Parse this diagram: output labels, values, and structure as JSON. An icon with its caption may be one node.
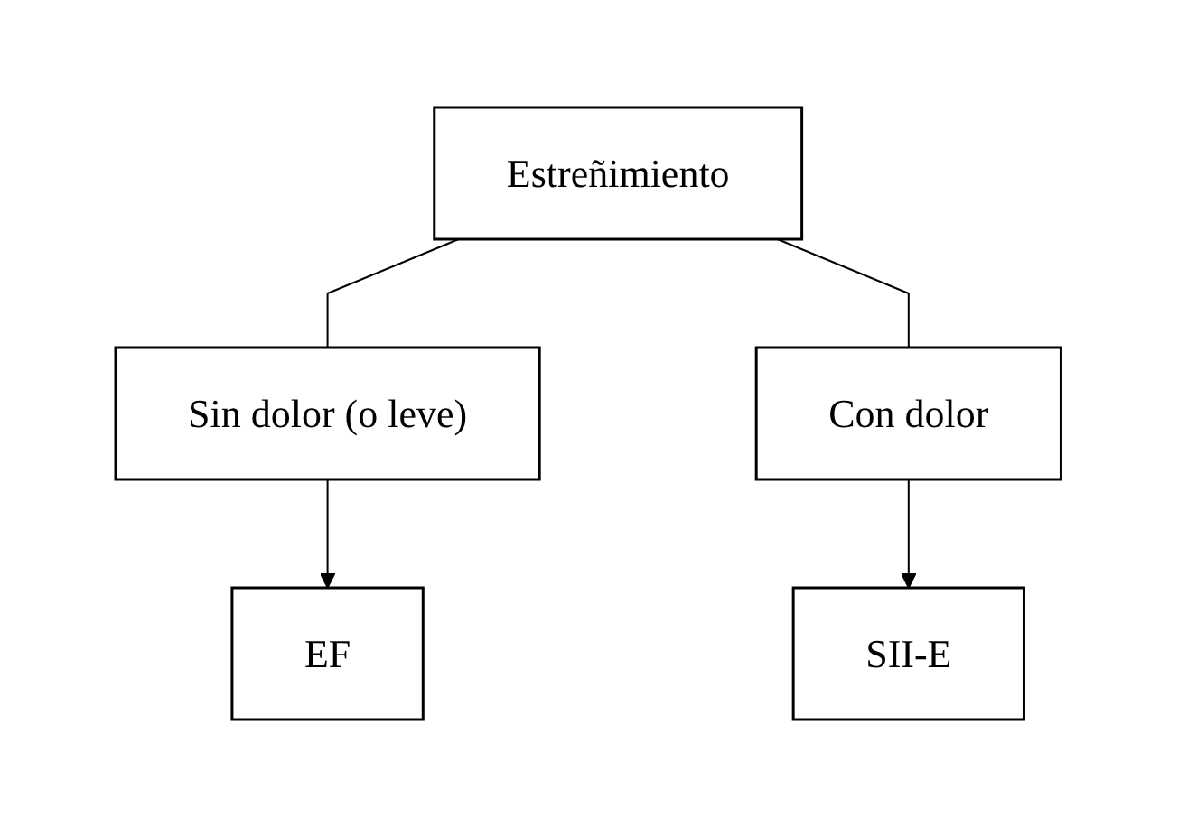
{
  "diagram": {
    "nodes": [
      {
        "text": [
          "Estreñimiento"
        ]
      },
      {
        "text": [
          "Sin dolor (o leve)"
        ]
      },
      {
        "text": [
          "Con dolor"
        ]
      },
      {
        "text": [
          "EF"
        ]
      },
      {
        "text": [
          "SII-E"
        ]
      }
    ],
    "edges": [
      {
        "from": 0,
        "to": 1,
        "arrow": "none"
      },
      {
        "from": 0,
        "to": 2,
        "arrow": "none"
      },
      {
        "from": 1,
        "to": 3,
        "arrow": "to"
      },
      {
        "from": 2,
        "to": 4,
        "arrow": "to"
      }
    ]
  }
}
